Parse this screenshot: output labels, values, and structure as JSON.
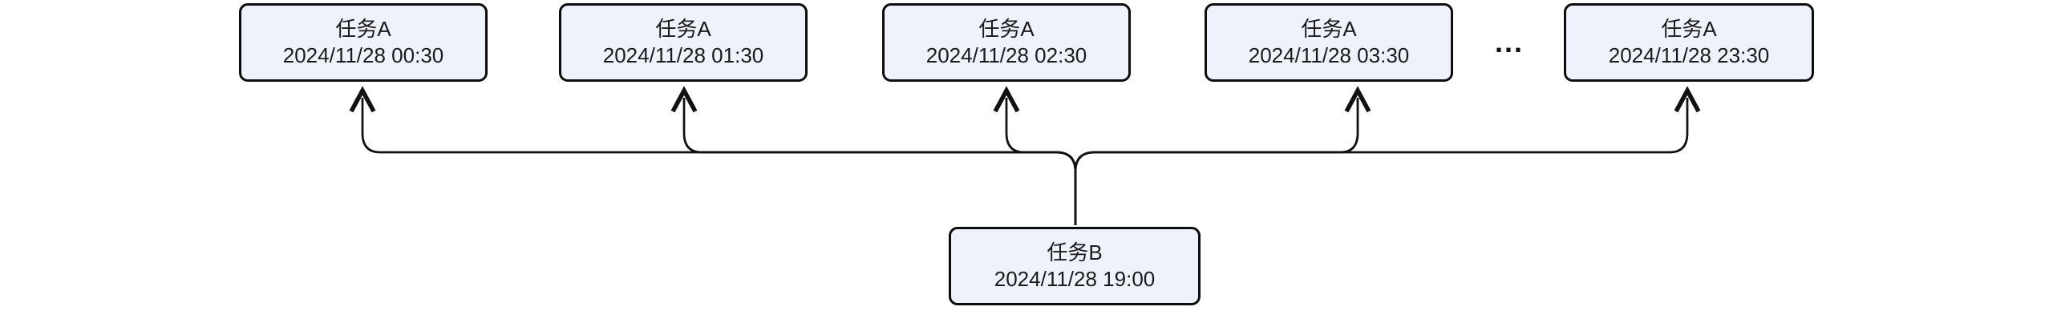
{
  "diagram": {
    "background_color": "#ffffff",
    "node_fill_color": "#edf2fb",
    "node_border_color": "#0d0d0d",
    "connector_color": "#111111",
    "text_color": "#1a1a1a",
    "ellipsis": "...",
    "top_tasks": [
      {
        "name": "任务A",
        "datetime": "2024/11/28 00:30"
      },
      {
        "name": "任务A",
        "datetime": "2024/11/28 01:30"
      },
      {
        "name": "任务A",
        "datetime": "2024/11/28 02:30"
      },
      {
        "name": "任务A",
        "datetime": "2024/11/28 03:30"
      },
      {
        "name": "任务A",
        "datetime": "2024/11/28 23:30"
      }
    ],
    "bottom_task": {
      "name": "任务B",
      "datetime": "2024/11/28 19:00"
    }
  }
}
